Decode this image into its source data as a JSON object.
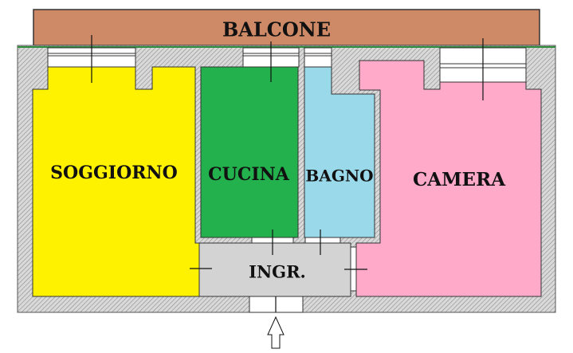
{
  "rooms": {
    "balcone": {
      "label": "BALCONE",
      "color": "#CE8A66"
    },
    "soggiorno": {
      "label": "SOGGIORNO",
      "color": "#FFF200"
    },
    "cucina": {
      "label": "CUCINA",
      "color": "#22B14C"
    },
    "bagno": {
      "label": "BAGNO",
      "color": "#99D9EA"
    },
    "camera": {
      "label": "CAMERA",
      "color": "#FFAAC9"
    },
    "ingresso": {
      "label": "INGR.",
      "color": "#D3D3D3"
    }
  },
  "icons": {
    "entrance": "up-arrow-icon"
  }
}
